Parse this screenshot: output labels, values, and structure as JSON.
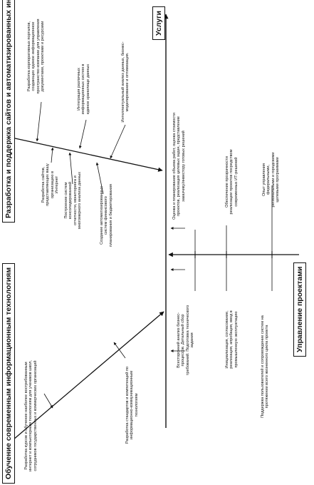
{
  "title_boxes": {
    "services": "Услуги",
    "project_management": "Управление проектами",
    "web_info_systems": "Разработка и поддержка  сайтов и автоматизированных информационных систем",
    "modern_it_training": "Обучение современным информационным технологиям"
  },
  "notes": {
    "portals": "Разработка корпоративных порталов, создающих единое информационное пространство компании для управления документами, проектами и ресурсами",
    "integration": "Интеграция различных информационных систем в единое хранилище данных",
    "analysis": "Интеллектуальный анализ данных, бизнес-моделирование и оптимизация.",
    "sites": "Разработка сайтов, представляющих вашу организацию в Интернет",
    "reporting": "Построение систем консолидированной отчетности, мониторинга и многомерного анализа данных",
    "financial": "Создание автоматизированных систем финансового планирования и бюджетирования",
    "evaluation": "Оценка и планирование объема работ, оценка стоимости проектов, реализация целевых задач, представление заказчику/инвестору готовых решений",
    "transparency": "Обеспечение прозрачности реализации проектов посредством современных ИТ-решений",
    "experience": "Опыт управления федеральными, региональными и городскими целевыми программами",
    "business_analysis": "Всесторонний анализ бизнес-процессов. Детальный сбор требований. Подготовка технического задания",
    "initiation": "Инициализация, согласование, реализация, апробация, ввод в промышленную эксплуатацию",
    "user_support": "Поддержка пользователей и сопровождение систем на протяжении всего жизненного цикла проекта",
    "courses": "Разработка курсов и обучение наиболее востребованным интернет и компьютерным технологиям для учеников школ, сотрудников государственных и коммерческих организаций",
    "standards": "Разработка стандартов и компетенций по информационно-коммуникационным технологиям"
  }
}
